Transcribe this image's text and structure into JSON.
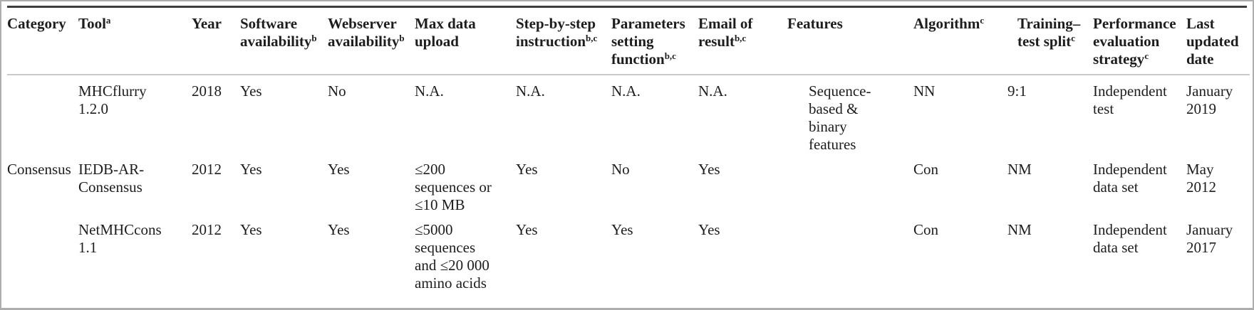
{
  "colors": {
    "background": "#ffffff",
    "text": "#1d1d1d",
    "top_rule": "#3d3d3d",
    "header_rule": "#c9c9c9",
    "frame_border": "#adadad"
  },
  "table": {
    "columns": [
      {
        "label": "Category",
        "sup": ""
      },
      {
        "label": "Tool",
        "sup": "a"
      },
      {
        "label": "Year",
        "sup": ""
      },
      {
        "label": "Software availability",
        "sup": "b"
      },
      {
        "label": "Webserver availability",
        "sup": "b"
      },
      {
        "label": "Max data upload",
        "sup": ""
      },
      {
        "label": "Step-by-step instruction",
        "sup": "b,c"
      },
      {
        "label": "Parameters setting function",
        "sup": "b,c"
      },
      {
        "label": "Email of result",
        "sup": "b,c"
      },
      {
        "label": "Features",
        "sup": ""
      },
      {
        "label": "Algorithm",
        "sup": "c"
      },
      {
        "label": "Training–test split",
        "sup": "c"
      },
      {
        "label": "Performance evaluation strategy",
        "sup": "c"
      },
      {
        "label": "Last updated date",
        "sup": ""
      }
    ],
    "rows": [
      [
        "",
        "MHCflurry 1.2.0",
        "2018",
        "Yes",
        "No",
        "N.A.",
        "N.A.",
        "N.A.",
        "N.A.",
        "Sequence-based & binary features",
        "NN",
        "9:1",
        "Independent test",
        "January 2019"
      ],
      [
        "Consensus",
        "IEDB-AR-Consensus",
        "2012",
        "Yes",
        "Yes",
        "≤200 sequences or ≤10 MB",
        "Yes",
        "No",
        "Yes",
        "",
        "Con",
        "NM",
        "Independent data set",
        "May 2012"
      ],
      [
        "",
        "NetMHCcons 1.1",
        "2012",
        "Yes",
        "Yes",
        "≤5000 sequences and ≤20 000 amino acids",
        "Yes",
        "Yes",
        "Yes",
        "",
        "Con",
        "NM",
        "Independent data set",
        "January 2017"
      ]
    ]
  }
}
